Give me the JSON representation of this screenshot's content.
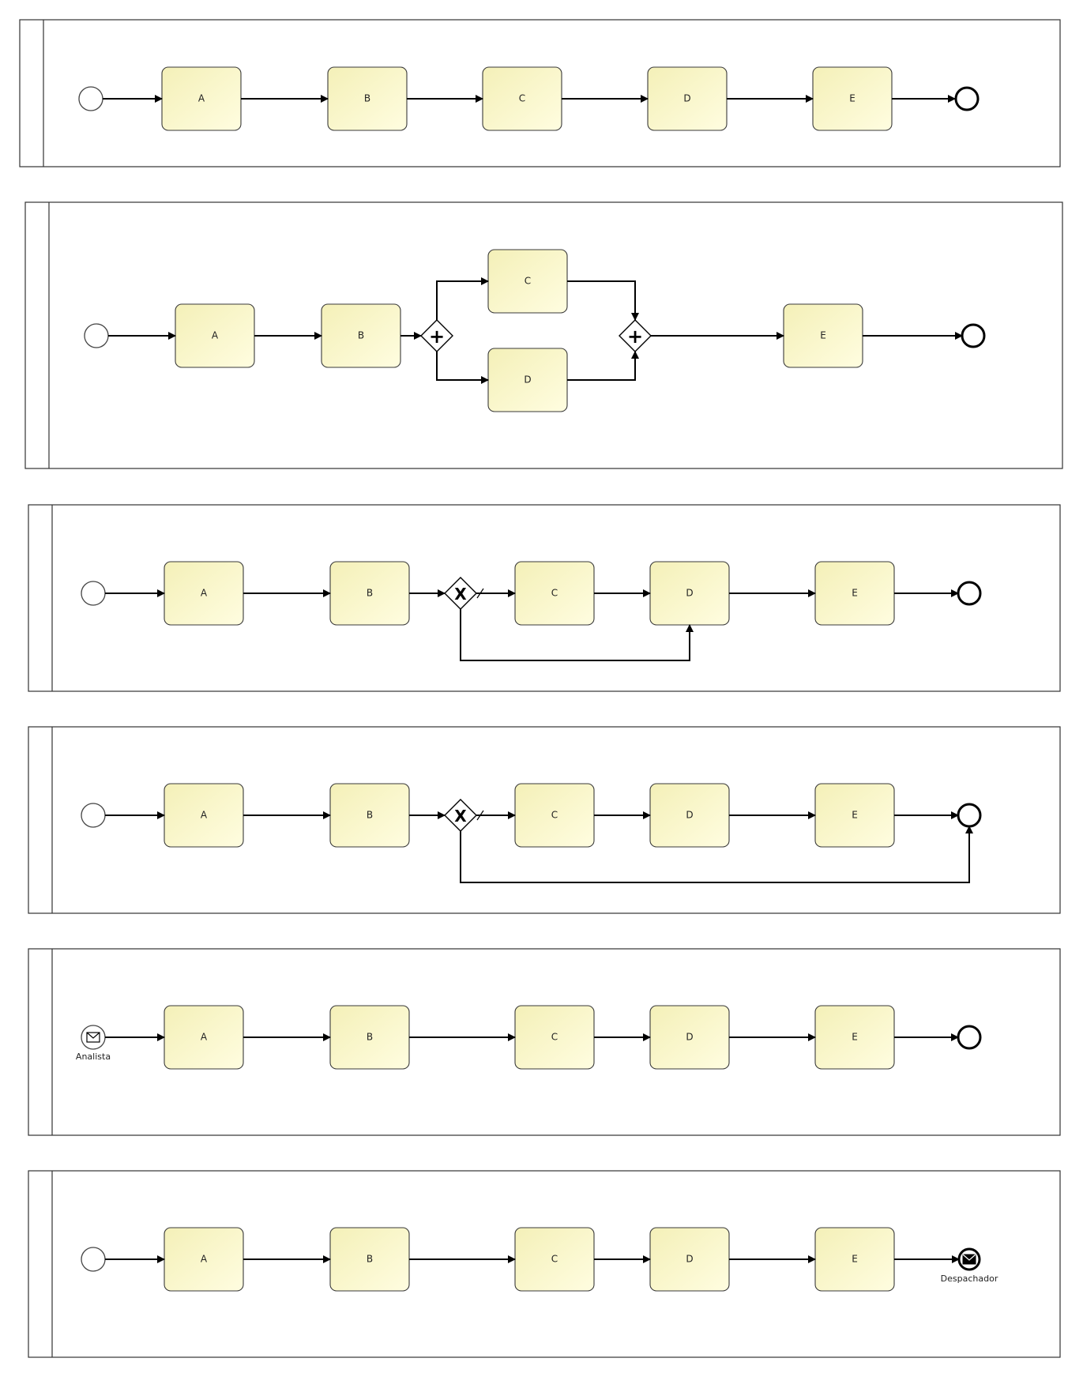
{
  "task_fill_colors": [
    "#fffde0",
    "#f4f0b8"
  ],
  "diagrams": [
    {
      "variant": "sequence",
      "tasks": [
        "A",
        "B",
        "C",
        "D",
        "E"
      ]
    },
    {
      "variant": "parallel-gateway",
      "tasks": [
        "A",
        "B",
        "C",
        "D",
        "E"
      ],
      "gateway_type": "parallel"
    },
    {
      "variant": "exclusive-skip-to-task",
      "tasks": [
        "A",
        "B",
        "C",
        "D",
        "E"
      ],
      "gateway_type": "exclusive"
    },
    {
      "variant": "exclusive-skip-to-end",
      "tasks": [
        "A",
        "B",
        "C",
        "D",
        "E"
      ],
      "gateway_type": "exclusive"
    },
    {
      "variant": "message-start",
      "tasks": [
        "A",
        "B",
        "C",
        "D",
        "E"
      ],
      "start_event_label": "Analista"
    },
    {
      "variant": "message-end",
      "tasks": [
        "A",
        "B",
        "C",
        "D",
        "E"
      ],
      "end_event_label": "Despachador"
    }
  ]
}
